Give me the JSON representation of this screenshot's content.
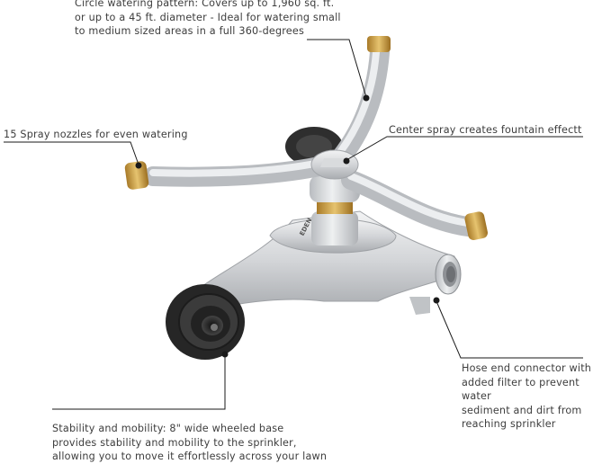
{
  "callouts": {
    "circle_pattern": "Circle watering pattern: Covers up to 1,960 sq. ft.\nor up to a 45 ft. diameter - Ideal for watering small\nto medium sized areas in a full 360-degrees",
    "spray_nozzles": "15 Spray nozzles for even watering",
    "center_spray": "Center spray creates fountain effectt",
    "hose_connector": "Hose end connector with\nadded filter to prevent water\nsediment and dirt from\nreaching sprinkler",
    "stability": "Stability and mobility: 8\" wide wheeled base\nprovides stability and mobility to the sprinkler,\nallowing you to move it effortlessly across your lawn"
  },
  "brand_logo": "EDEN",
  "colors": {
    "text": "#3d3d3d",
    "leader_line": "#1a1a1a",
    "metal": "#cfd1d4",
    "brass": "#c9a14a",
    "wheel": "#2b2b2b"
  }
}
